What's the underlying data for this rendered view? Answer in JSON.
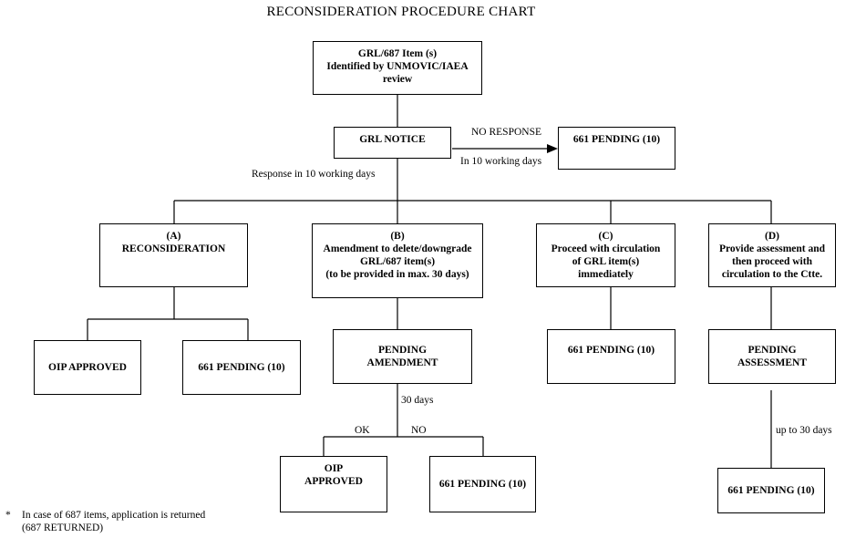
{
  "title": "RECONSIDERATION  PROCEDURE CHART",
  "boxes": {
    "grl_item": [
      "GRL/687 Item (s)",
      "Identified by UNMOVIC/IAEA",
      "review"
    ],
    "grl_notice": [
      "GRL NOTICE"
    ],
    "pending_top": [
      "661 PENDING (10)"
    ],
    "a": [
      "(A)",
      "RECONSIDERATION"
    ],
    "b": [
      "(B)",
      "Amendment to delete/downgrade",
      "GRL/687 item(s)",
      "(to be provided in max. 30 days)"
    ],
    "c": [
      "(C)",
      "Proceed with circulation",
      "of GRL item(s)",
      "immediately"
    ],
    "d": [
      "(D)",
      "Provide assessment and",
      "then proceed with",
      "circulation to the Ctte."
    ],
    "oip_approved_a": [
      "OIP APPROVED"
    ],
    "pending_a": [
      "661 PENDING (10)"
    ],
    "pending_amendment": [
      "PENDING",
      "AMENDMENT"
    ],
    "pending_c": [
      "661 PENDING (10)"
    ],
    "pending_assessment": [
      "PENDING",
      "ASSESSMENT"
    ],
    "oip_approved_b": [
      "OIP",
      "APPROVED"
    ],
    "pending_b": [
      "661 PENDING (10)"
    ],
    "pending_d": [
      "661 PENDING (10)"
    ]
  },
  "labels": {
    "no_response": "NO RESPONSE",
    "in_10_days": "In 10 working days",
    "response_10_days": "Response in 10 working days",
    "days_30": "30 days",
    "ok": "OK",
    "no": "NO",
    "up_to_30": "up to 30 days"
  },
  "footnote": {
    "star": "*",
    "line1": "In case of 687 items, application is returned",
    "line2": "(687 RETURNED)"
  }
}
